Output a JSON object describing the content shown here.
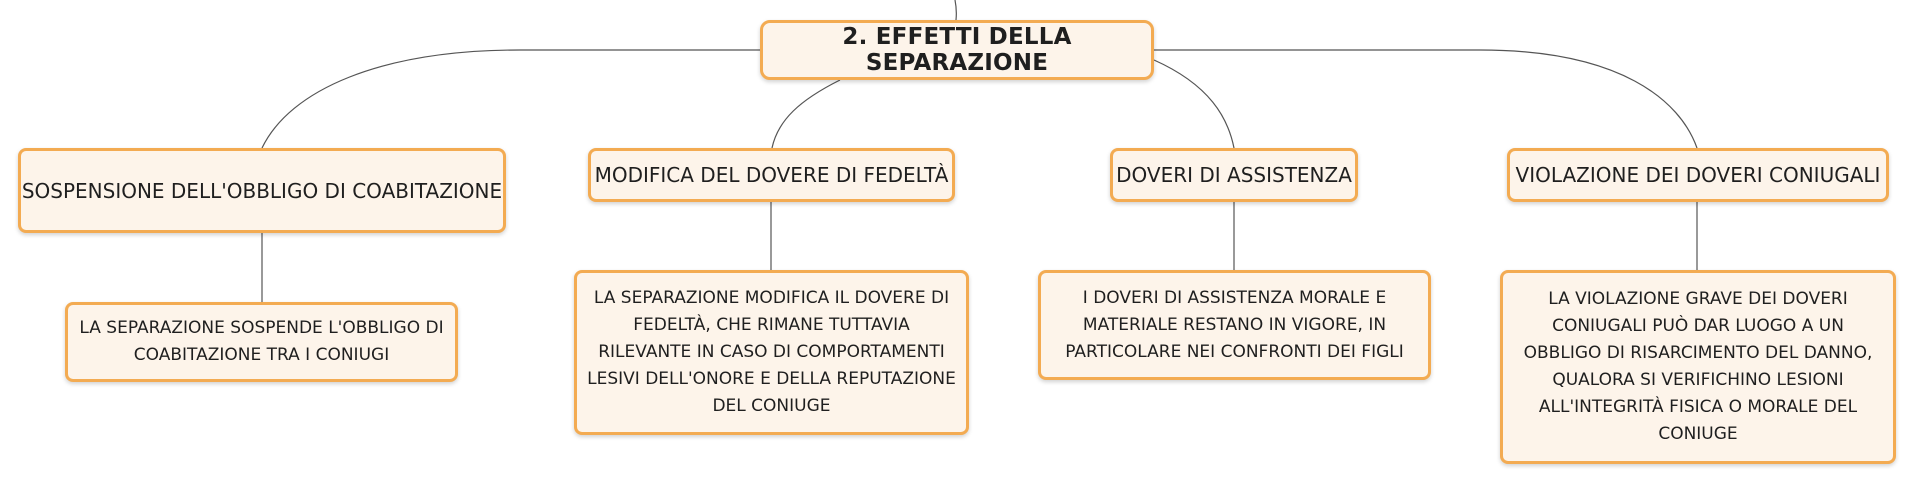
{
  "root": {
    "label": "2. EFFETTI DELLA SEPARAZIONE"
  },
  "branches": [
    {
      "label": "SOSPENSIONE DELL'OBBLIGO DI COABITAZIONE",
      "detail": "LA SEPARAZIONE SOSPENDE L'OBBLIGO DI COABITAZIONE TRA I CONIUGI"
    },
    {
      "label": "MODIFICA DEL DOVERE DI FEDELTÀ",
      "detail": "LA SEPARAZIONE MODIFICA IL DOVERE DI FEDELTÀ, CHE RIMANE TUTTAVIA RILEVANTE IN CASO DI COMPORTAMENTI LESIVI DELL'ONORE E DELLA REPUTAZIONE DEL CONIUGE"
    },
    {
      "label": "DOVERI DI ASSISTENZA",
      "detail": "I DOVERI DI ASSISTENZA MORALE E MATERIALE RESTANO IN VIGORE, IN PARTICOLARE NEI CONFRONTI DEI FIGLI"
    },
    {
      "label": "VIOLAZIONE DEI DOVERI CONIUGALI",
      "detail": "LA VIOLAZIONE GRAVE DEI DOVERI CONIUGALI PUÒ DAR LUOGO A UN OBBLIGO DI RISARCIMENTO DEL DANNO, QUALORA SI VERIFICHINO LESIONI ALL'INTEGRITÀ FISICA O MORALE DEL CONIUGE"
    }
  ],
  "colors": {
    "node_border": "#f3ab52",
    "node_fill": "#fdf4ea",
    "connector": "#555555",
    "text": "#1f1f1f"
  }
}
